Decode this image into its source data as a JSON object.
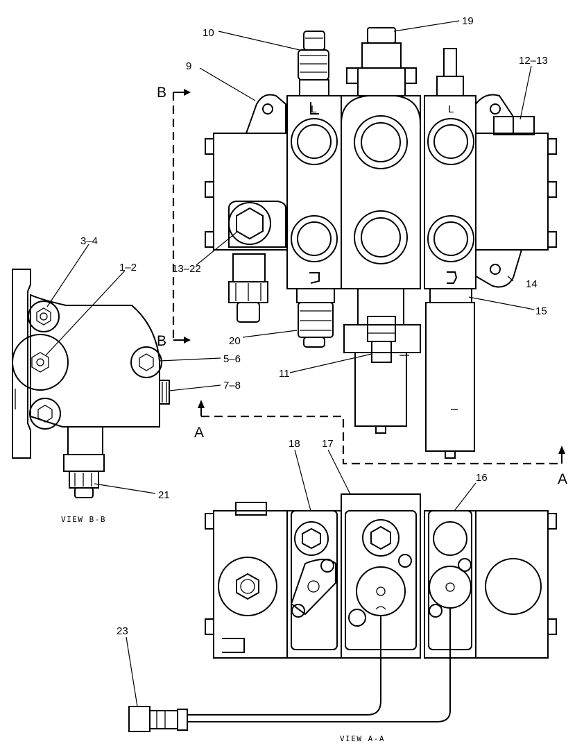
{
  "callouts": {
    "c1_2": "1–2",
    "c3_4": "3–4",
    "c5_6": "5–6",
    "c7_8": "7–8",
    "c9": "9",
    "c10": "10",
    "c11": "11",
    "c12_13": "12–13",
    "c13_22": "13–22",
    "c14": "14",
    "c15": "15",
    "c16": "16",
    "c17": "17",
    "c18": "18",
    "c19": "19",
    "c20": "20",
    "c21": "21",
    "c23": "23"
  },
  "sections": {
    "b_top": "B",
    "b_bottom": "B",
    "a_left": "A",
    "a_right": "A"
  },
  "views": {
    "view_bb": "VIEW B-B",
    "view_aa": "VIEW A-A"
  },
  "spool_marks": {
    "left_top": "L",
    "right_top": "L"
  }
}
